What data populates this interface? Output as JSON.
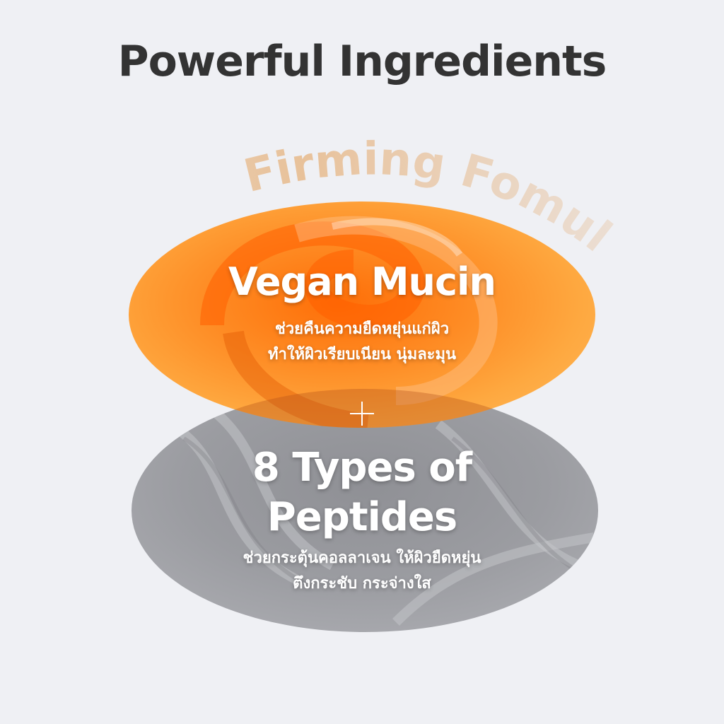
{
  "page_title": "Powerful Ingredients",
  "arc_label": "Firming Fomula",
  "ingredient_1": {
    "name": "Vegan Mucin",
    "desc_line_1": "ช่วยคืนความยืดหยุ่นแก่ผิว",
    "desc_line_2": "ทำให้ผิวเรียบเนียน นุ่มละมุน"
  },
  "plus_icon": "plus-icon",
  "ingredient_2": {
    "name_line_1": "8 Types of",
    "name_line_2": "Peptides",
    "desc_line_1": "ช่วยกระตุ้นคอลลาเจน ให้ผิวยืดหยุ่น",
    "desc_line_2": "ตึงกระชับ กระจ่างใส"
  },
  "colors": {
    "background": "#eff0f4",
    "title": "#333333",
    "orange": "#ff8a1f",
    "grey": "#9b9ca1",
    "arc_label": "#e7b98a"
  }
}
